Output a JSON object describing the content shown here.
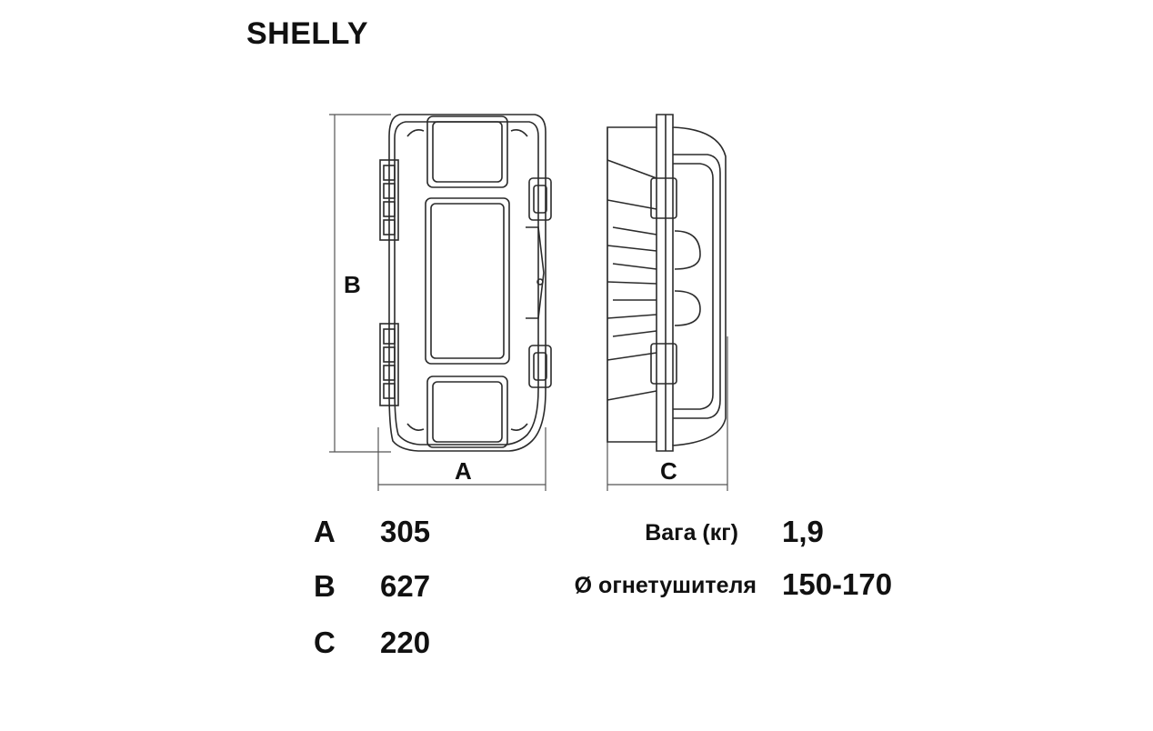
{
  "title": "SHELLY",
  "diagram": {
    "dim_a": "A",
    "dim_b": "B",
    "dim_c": "C"
  },
  "dimensions": [
    {
      "key": "A",
      "value": "305"
    },
    {
      "key": "B",
      "value": "627"
    },
    {
      "key": "C",
      "value": "220"
    }
  ],
  "properties": [
    {
      "label": "Вага (кг)",
      "value": "1,9"
    },
    {
      "label": "Ø огнетушителя",
      "value": "150-170"
    }
  ],
  "colors": {
    "line": "#2b2b2b",
    "dim_line": "#555555"
  }
}
